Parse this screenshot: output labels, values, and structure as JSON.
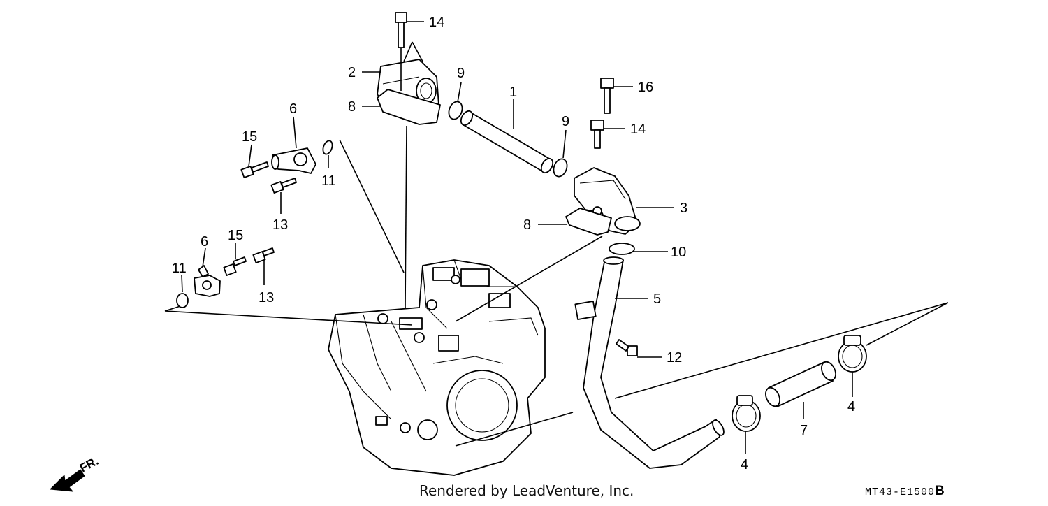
{
  "callouts": {
    "c1": "1",
    "c2": "2",
    "c3": "3",
    "c4a": "4",
    "c4b": "4",
    "c5": "5",
    "c6a": "6",
    "c6b": "6",
    "c7": "7",
    "c8a": "8",
    "c8b": "8",
    "c9a": "9",
    "c9b": "9",
    "c10": "10",
    "c11a": "11",
    "c11b": "11",
    "c12": "12",
    "c13a": "13",
    "c13b": "13",
    "c14a": "14",
    "c14b": "14",
    "c15a": "15",
    "c15b": "15",
    "c16": "16"
  },
  "direction_label": "FR.",
  "credit": "Rendered by LeadVenture, Inc.",
  "diagram_code": "MT43-E1500",
  "diagram_code_suffix": "B"
}
